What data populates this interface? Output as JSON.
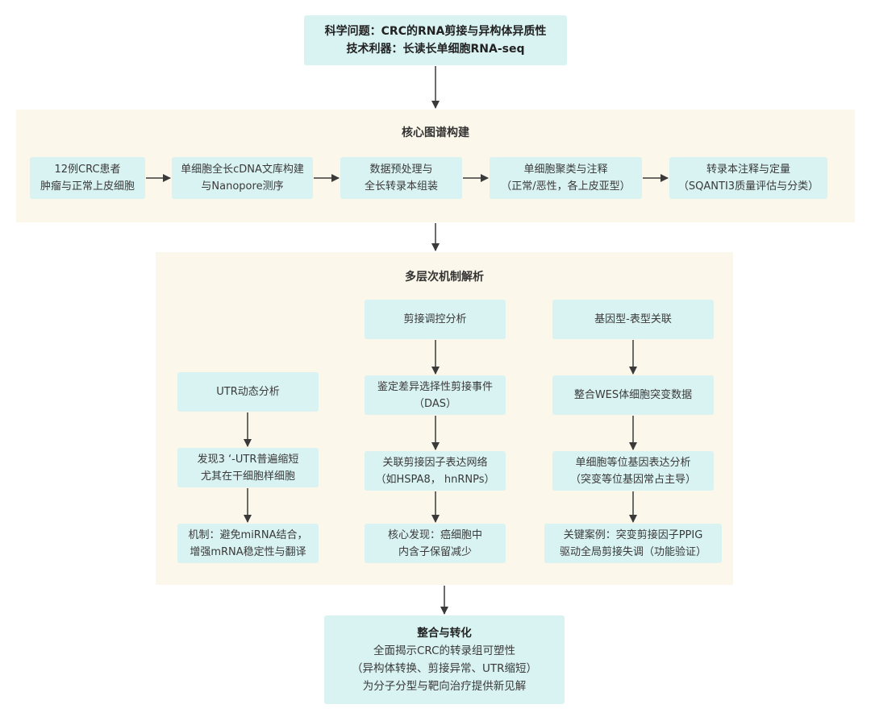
{
  "top": {
    "line1": "科学问题：CRC的RNA剪接与异构体异质性",
    "line2": "技术利器：长读长单细胞RNA-seq"
  },
  "core": {
    "title": "核心图谱构建",
    "steps": [
      {
        "line1": "12例CRC患者",
        "line2": "肿瘤与正常上皮细胞"
      },
      {
        "line1": "单细胞全长cDNA文库构建",
        "line2": "与Nanopore测序"
      },
      {
        "line1": "数据预处理与",
        "line2": "全长转录本组装"
      },
      {
        "line1": "单细胞聚类与注释",
        "line2": "（正常/恶性，各上皮亚型）"
      },
      {
        "line1": "转录本注释与定量",
        "line2": "（SQANTI3质量评估与分类）"
      }
    ]
  },
  "mechanism": {
    "title": "多层次机制解析",
    "utr": {
      "header": "UTR动态分析",
      "finding": {
        "line1": "发现3 ‘-UTR普遍缩短",
        "line2": "尤其在干细胞样细胞"
      },
      "mechanism": {
        "line1": "机制：避免miRNA结合，",
        "line2": "增强mRNA稳定性与翻译"
      }
    },
    "splicing": {
      "header": "剪接调控分析",
      "das": {
        "line1": "鉴定差异选择性剪接事件",
        "line2": "（DAS）"
      },
      "network": {
        "line1": "关联剪接因子表达网络",
        "line2": "（如HSPA8， hnRNPs）"
      },
      "finding": {
        "line1": "核心发现：癌细胞中",
        "line2": "内含子保留减少"
      }
    },
    "genotype": {
      "header": "基因型-表型关联",
      "wes": "整合WES体细胞突变数据",
      "allele": {
        "line1": "单细胞等位基因表达分析",
        "line2": "（突变等位基因常占主导）"
      },
      "case": {
        "line1": "关键案例：突变剪接因子PPIG",
        "line2": "驱动全局剪接失调（功能验证）"
      }
    }
  },
  "bottom": {
    "title": "整合与转化",
    "line1": "全面揭示CRC的转录组可塑性",
    "line2": "（异构体转换、剪接异常、UTR缩短）",
    "line3": "为分子分型与靶向治疗提供新见解"
  },
  "colors": {
    "node_fill": "#d9f2f2",
    "group_fill": "#fbf7ea",
    "arrow": "#3a3a3a"
  }
}
